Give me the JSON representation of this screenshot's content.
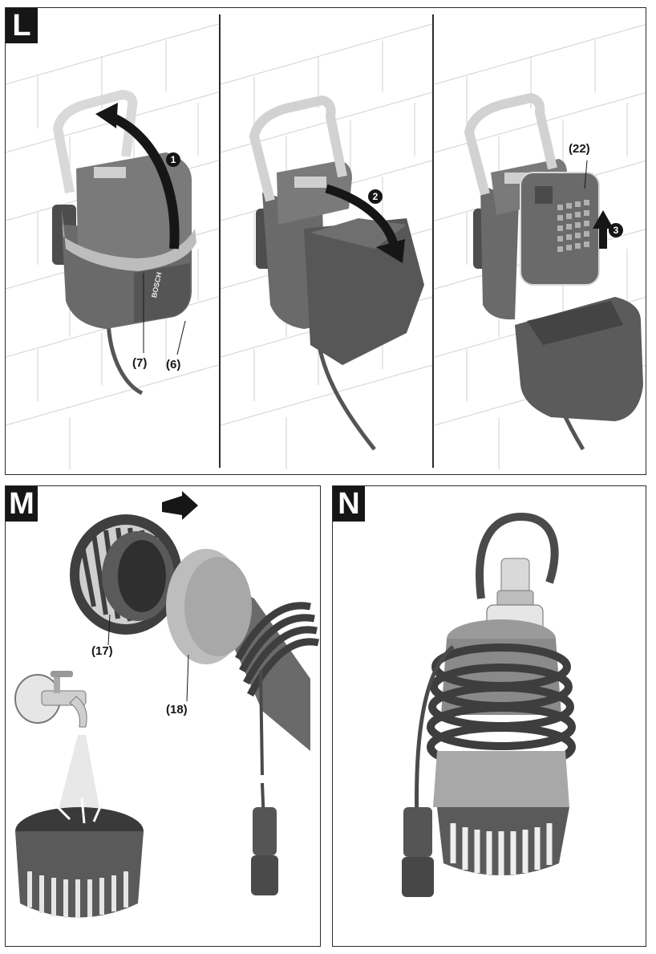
{
  "panels": {
    "L": {
      "badge": "L",
      "labels": {
        "seven": "(7)",
        "six": "(6)",
        "twentytwo": "(22)"
      },
      "steps": {
        "one": "1",
        "two": "2",
        "three": "3"
      },
      "brand": "BOSCH"
    },
    "M": {
      "badge": "M",
      "labels": {
        "seventeen": "(17)",
        "eighteen": "(18)"
      }
    },
    "N": {
      "badge": "N"
    }
  },
  "colors": {
    "device_dark": "#5a5a5a",
    "device_mid": "#7d7d7d",
    "device_light": "#b5b5b5",
    "handle": "#dcdcdc",
    "arrow": "#161616",
    "wall_line": "#cfcfcf"
  }
}
